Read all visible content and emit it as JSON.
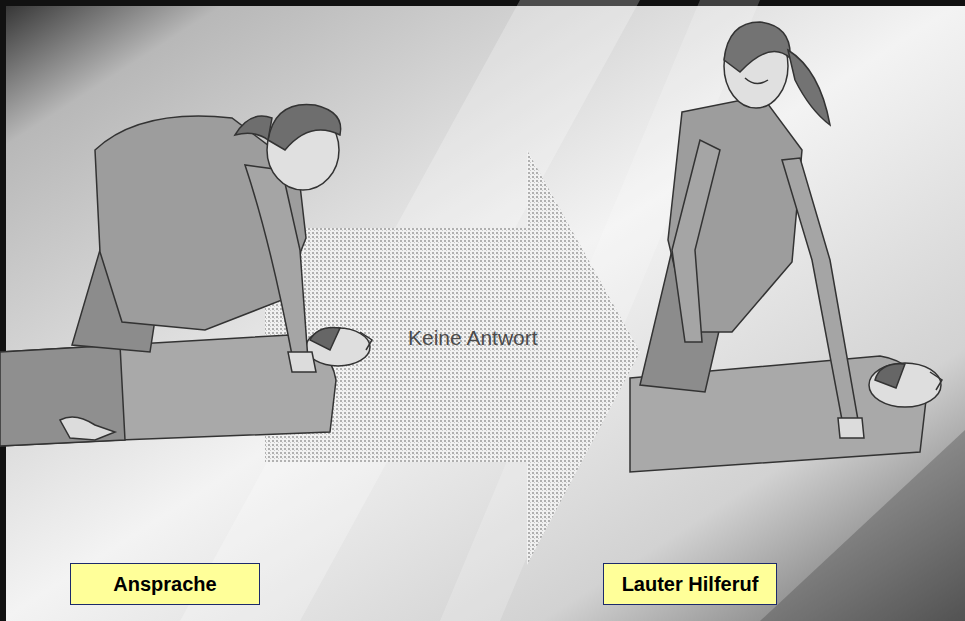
{
  "diagram": {
    "nodes": [
      {
        "text": [
          "Ansprache"
        ]
      },
      {
        "text": [
          "Lauter Hilferuf"
        ]
      }
    ],
    "labels": [
      "Keine Antwort"
    ]
  }
}
